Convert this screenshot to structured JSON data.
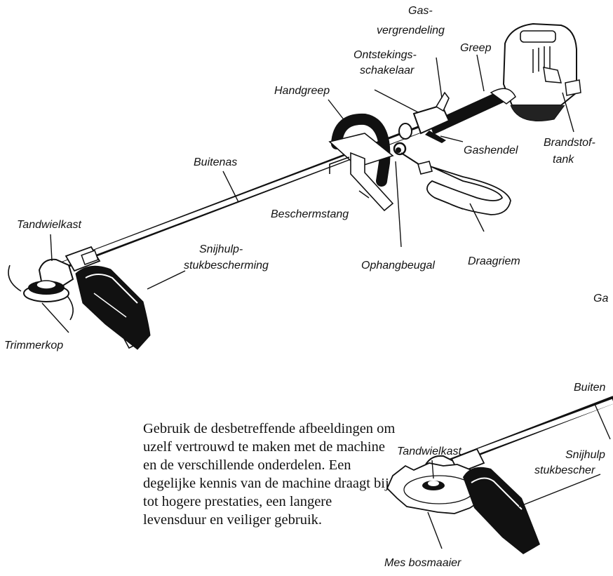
{
  "labels": {
    "gas_lock_1": "Gas-",
    "gas_lock_2": "vergrendeling",
    "ignition_1": "Ontstekings-",
    "ignition_2": "schakelaar",
    "grip": "Greep",
    "handle": "Handgreep",
    "fuel_tank_1": "Brandstof-",
    "fuel_tank_2": "tank",
    "throttle": "Gashendel",
    "outer_shaft": "Buitenas",
    "guard_bar": "Beschermstang",
    "gearbox": "Tandwielkast",
    "cutter_guard_1": "Snijhulp-",
    "cutter_guard_2": "stukbescherming",
    "hanger": "Ophangbeugal",
    "strap": "Draagriem",
    "trimmer_head": "Trimmerkop",
    "gas_cut": "Ga",
    "outer_shaft_cut": "Buiten",
    "gearbox_2": "Tandwielkast",
    "cutter_guard_2a": "Snijhulp",
    "cutter_guard_2b": "stukbescher",
    "brush_blade": "Mes bosmaaier"
  },
  "paragraph": "Gebruik de desbetreffende afbeeldingen om uzelf vertrouwd te maken met de machine en de verschillende onderdelen. Een degelijke kennis van de machine draagt bij tot hogere prestaties, een langere levensduur en veiliger gebruik."
}
